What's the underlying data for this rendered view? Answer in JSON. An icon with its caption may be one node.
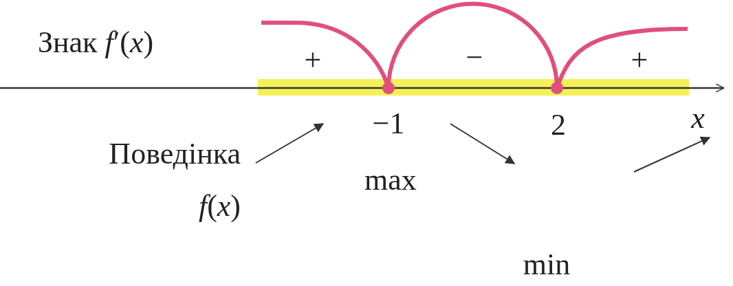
{
  "diagram": {
    "labels": [
      "Знак *f*′(*x*)",
      "+",
      "−",
      "+",
      "−1",
      "2",
      "*x*",
      "Поведінка *f*(*x*)",
      "max",
      "min"
    ]
  }
}
